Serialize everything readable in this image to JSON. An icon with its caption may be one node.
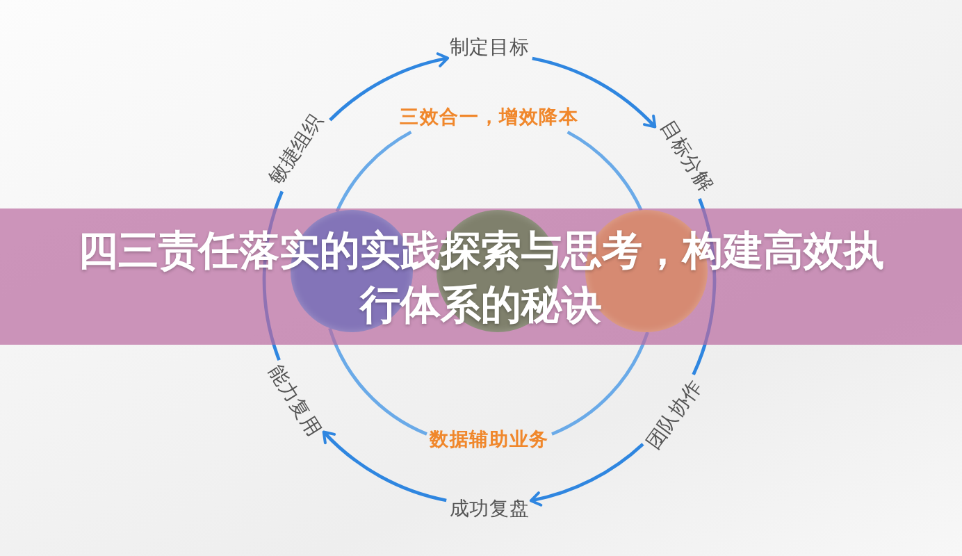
{
  "diagram": {
    "title": "四三责任落实的实践探索与思考，构建高效执行体系的秘诀",
    "nodes": [
      {
        "text": [
          "制定目标"
        ]
      },
      {
        "text": [
          "目标分解"
        ]
      },
      {
        "text": [
          "团队协作"
        ]
      },
      {
        "text": [
          "成功复盘"
        ]
      },
      {
        "text": [
          "能力复用"
        ]
      },
      {
        "text": [
          "敏捷组织"
        ]
      },
      {
        "text": [
          "三效合一，增效降本"
        ]
      },
      {
        "text": [
          "数据辅助业务"
        ]
      },
      {
        "text": [],
        "shape": "circle"
      },
      {
        "text": [],
        "shape": "circle"
      },
      {
        "text": [],
        "shape": "circle"
      }
    ],
    "edges": [
      {
        "from": 5,
        "to": 0,
        "arrow": "to"
      },
      {
        "from": 0,
        "to": 1,
        "arrow": "to"
      },
      {
        "from": 1,
        "to": 2,
        "arrow": "none"
      },
      {
        "from": 2,
        "to": 3,
        "arrow": "to"
      },
      {
        "from": 3,
        "to": 4,
        "arrow": "to"
      },
      {
        "from": 4,
        "to": 5,
        "arrow": "none"
      },
      {
        "from": 6,
        "to": 8,
        "arrow": "none",
        "color": "#6aaae8"
      },
      {
        "from": 8,
        "to": 7,
        "arrow": "none",
        "color": "#6aaae8"
      },
      {
        "from": 6,
        "to": 10,
        "arrow": "none",
        "color": "#6aaae8"
      },
      {
        "from": 10,
        "to": 7,
        "arrow": "none",
        "color": "#6aaae8"
      }
    ]
  }
}
